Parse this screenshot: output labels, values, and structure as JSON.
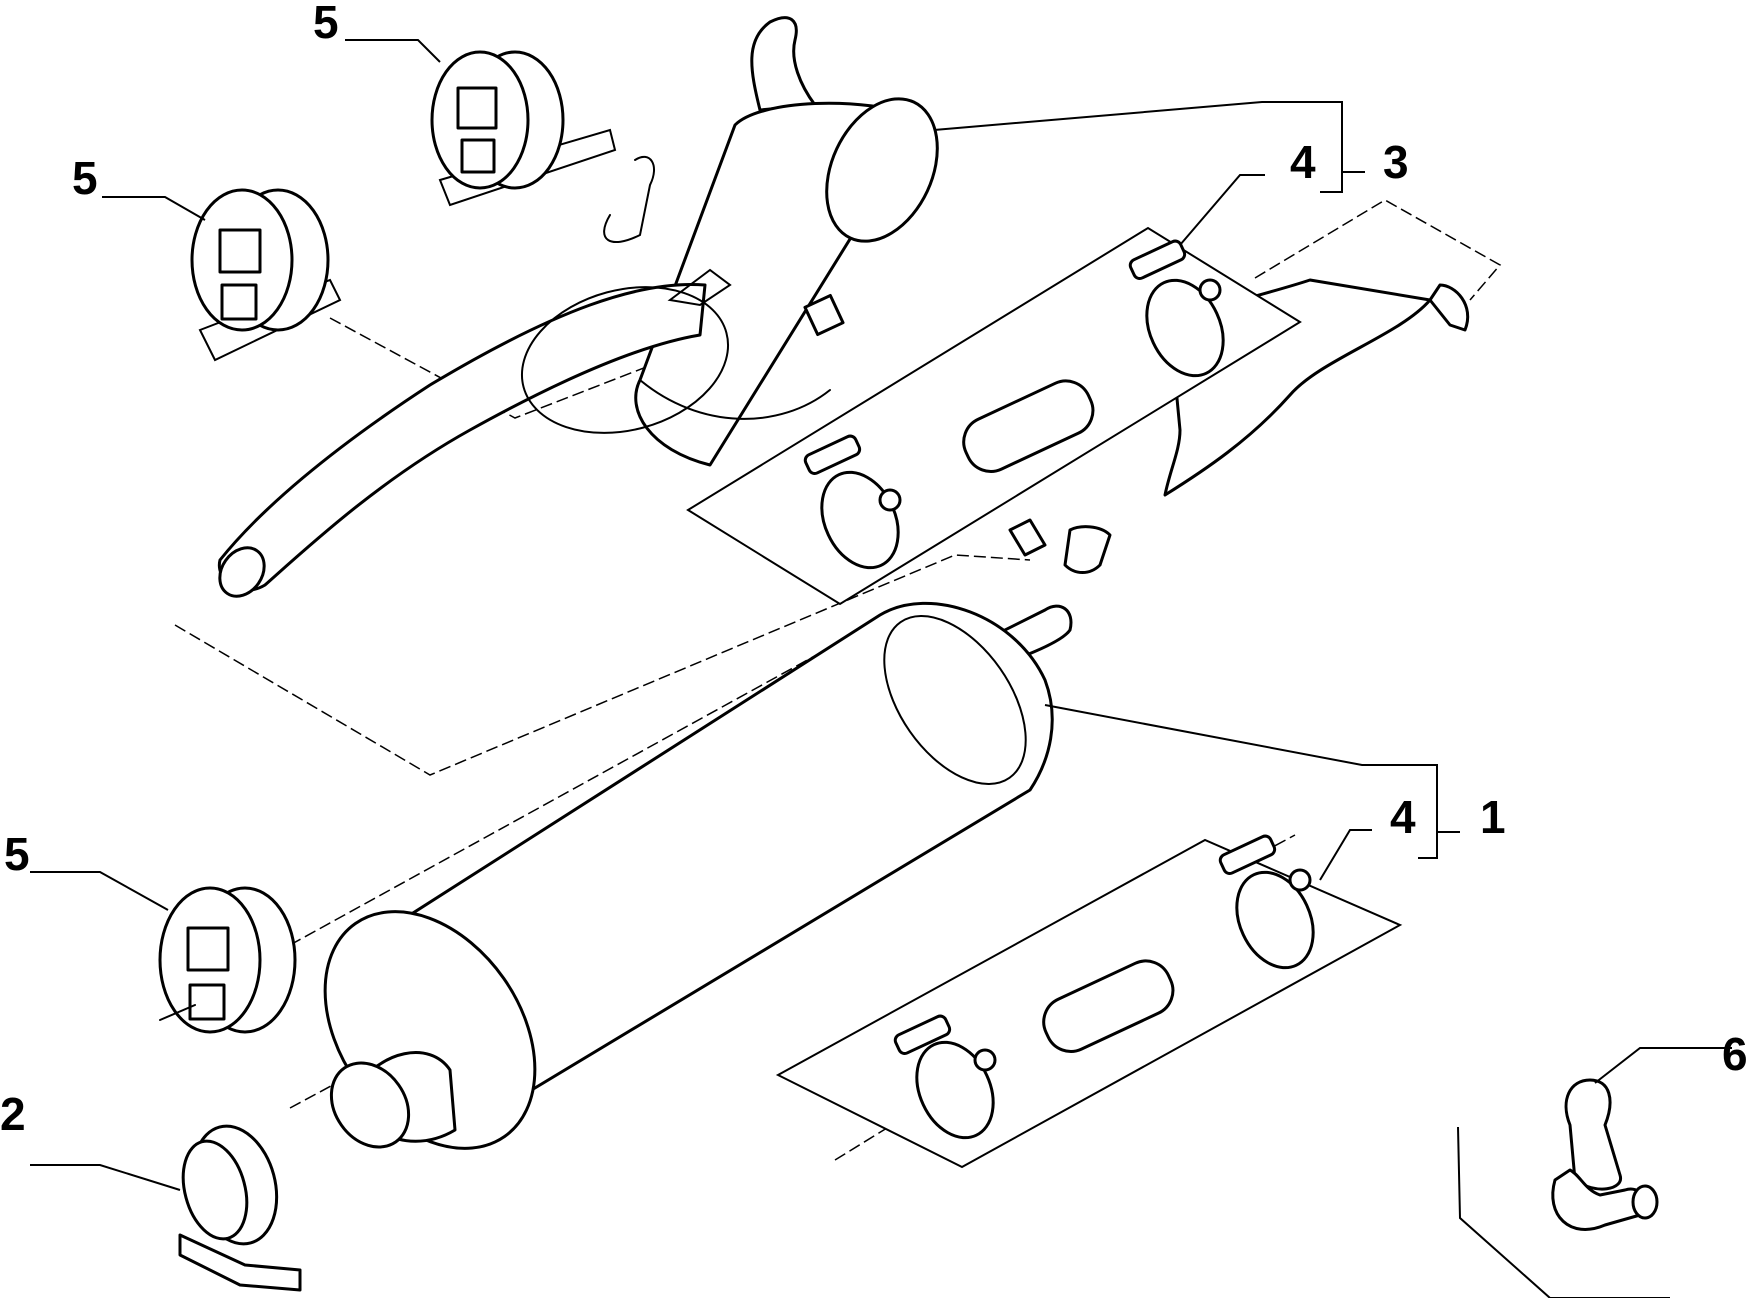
{
  "callouts": {
    "c1": "1",
    "c2": "2",
    "c3": "3",
    "c4a": "4",
    "c4b": "4",
    "c5a": "5",
    "c5b": "5",
    "c5c": "5",
    "c6": "6"
  },
  "colors": {
    "line": "#000000",
    "background": "#ffffff"
  }
}
